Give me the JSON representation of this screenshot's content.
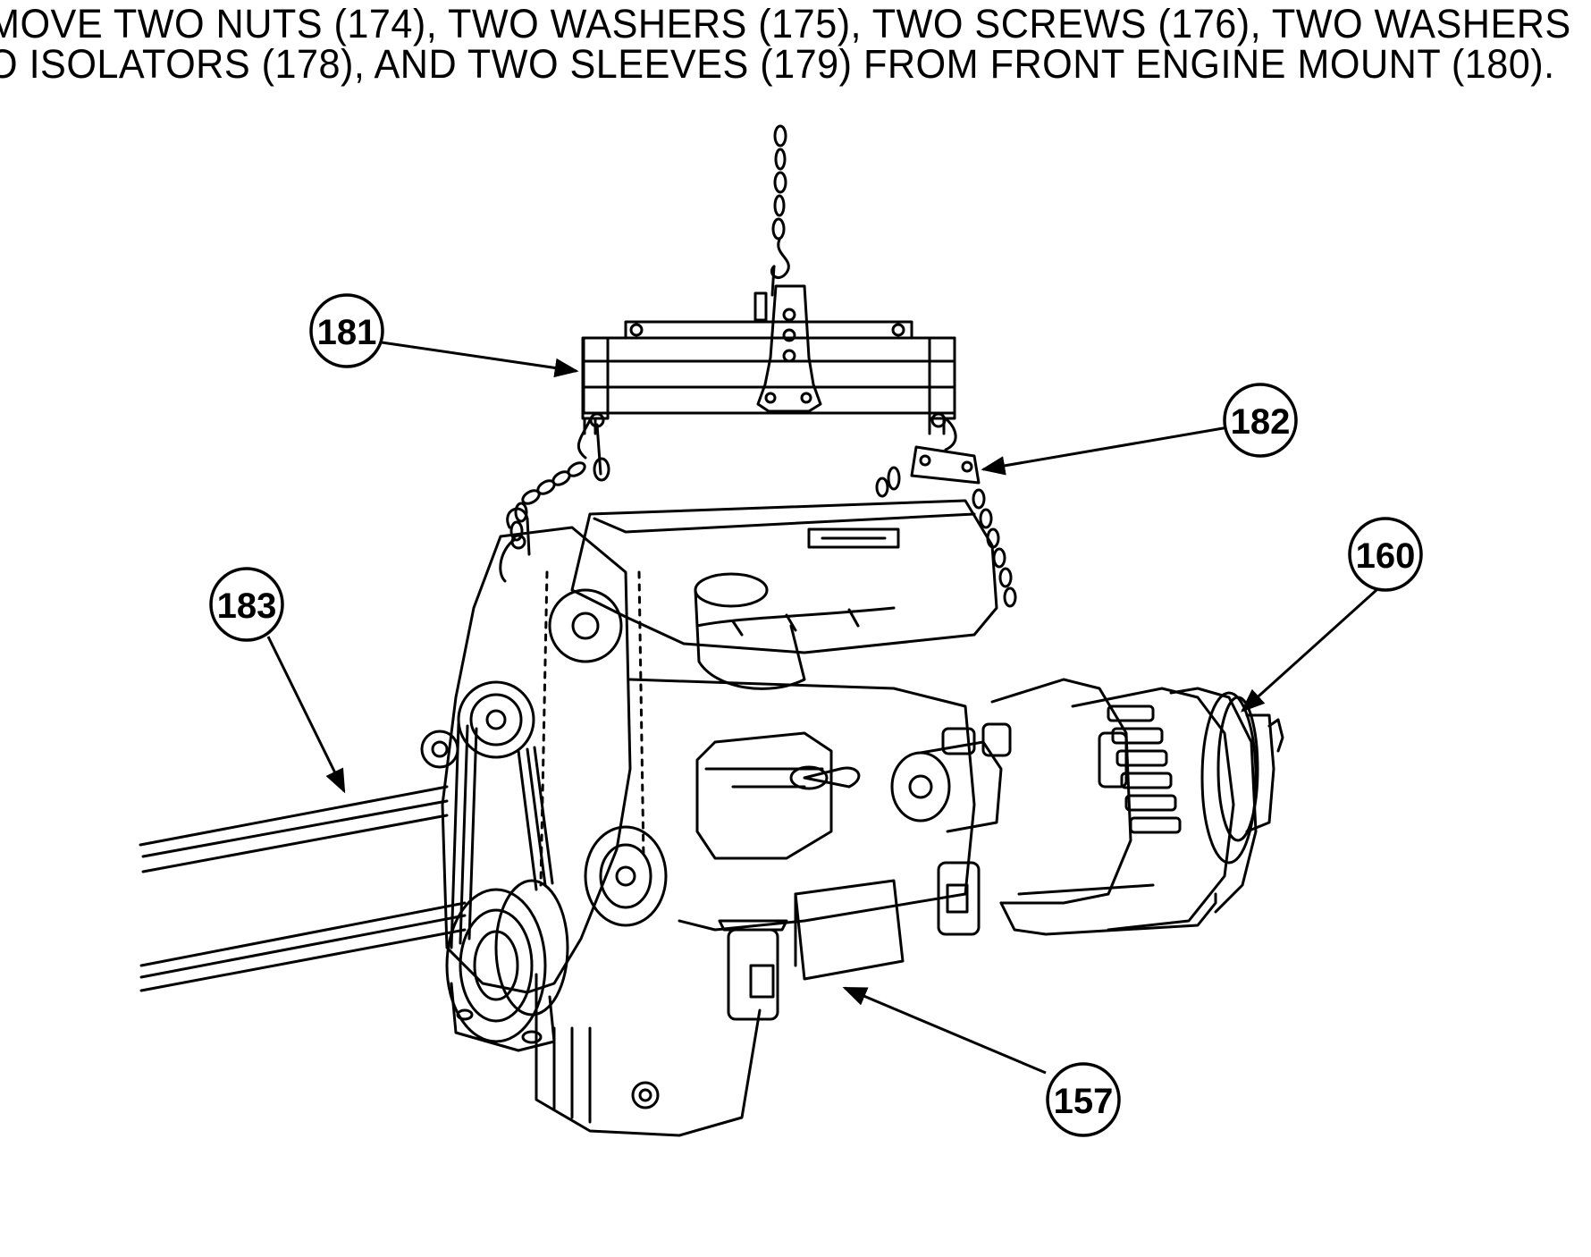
{
  "instruction": {
    "line1": "MOVE TWO NUTS (174), TWO WASHERS (175), TWO SCREWS (176), TWO WASHERS",
    "line2": "O ISOLATORS (178), AND TWO SLEEVES (179) FROM FRONT ENGINE MOUNT (180)."
  },
  "callouts": {
    "c181": "181",
    "c182": "182",
    "c160": "160",
    "c183": "183",
    "c157": "157"
  }
}
